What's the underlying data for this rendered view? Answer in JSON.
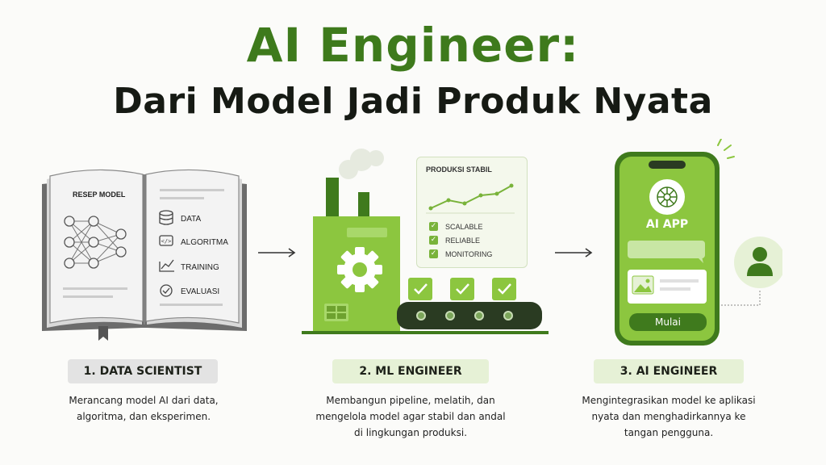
{
  "header": {
    "title": "AI Engineer:",
    "subtitle": "Dari Model Jadi Produk Nyata"
  },
  "steps": [
    {
      "label": "1. DATA SCIENTIST",
      "description_lines": [
        "Merancang model AI dari data,",
        "algoritma, dan eksperimen."
      ],
      "book": {
        "title": "RESEP MODEL",
        "items": [
          "DATA",
          "ALGORITMA",
          "TRAINING",
          "EVALUASI"
        ],
        "icons": [
          "database-icon",
          "code-icon",
          "trend-icon",
          "check-circle-icon"
        ]
      }
    },
    {
      "label": "2. ML ENGINEER",
      "description_lines": [
        "Membangun pipeline, melatih, dan",
        "mengelola model agar stabil dan andal",
        "di lingkungan produksi."
      ],
      "card": {
        "title": "PRODUKSI STABIL",
        "items": [
          "SCALABLE",
          "RELIABLE",
          "MONITORING"
        ]
      }
    },
    {
      "label": "3. AI ENGINEER",
      "description_lines": [
        "Mengintegrasikan model ke aplikasi",
        "nyata dan menghadirkannya ke",
        "tangan pengguna."
      ],
      "phone": {
        "app_name": "AI APP",
        "button": "Mulai"
      }
    }
  ],
  "colors": {
    "accent": "#3e7a1c",
    "light_green": "#8cc63f",
    "pill_grey": "#e3e3e3",
    "pill_green": "#e6f1d6"
  }
}
